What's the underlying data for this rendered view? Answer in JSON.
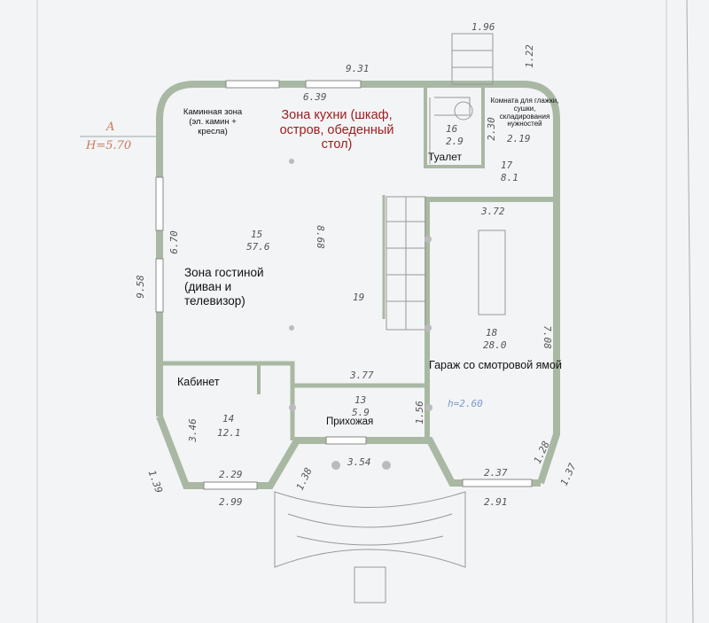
{
  "level": {
    "mark": "A",
    "elevation": "H=5.70"
  },
  "dimensions": {
    "stair_width": "1.96",
    "stair_depth": "1.22",
    "overall_width": "9.31",
    "kitchen_width": "6.39",
    "toilet_len": "2.30",
    "utility_width": "2.19",
    "garage_top": "3.72",
    "living_depth": "8.68",
    "left_window": "6.70",
    "overall_depth": "9.58",
    "hall_width": "3.77",
    "cabinet_depth": "3.46",
    "hall_depth": "1.56",
    "garage_depth": "7.08",
    "cabinet_bay": "2.29",
    "cabinet_outer": "2.99",
    "corner_left": "1.39",
    "entrance_side": "1.38",
    "entrance_width": "3.54",
    "garage_bay": "2.37",
    "garage_outer": "2.91",
    "garage_diag": "1.28",
    "corner_right": "1.37"
  },
  "rooms": {
    "fireplace": "Каминная зона (эл. камин + кресла)",
    "kitchen": "Зона кухни (шкаф, остров, обеденный стол)",
    "toilet": {
      "label": "Туалет",
      "number": "16",
      "area": "2.9"
    },
    "utility": {
      "label": "Комната для глажки, сушки, складирования нужностей",
      "number": "17",
      "area": "8.1"
    },
    "living": {
      "label": "Зона гостиной (диван и телевизор)",
      "number": "15",
      "area": "57.6"
    },
    "stairs": {
      "number": "19"
    },
    "garage": {
      "label": "Гараж со смотровой ямой",
      "number": "18",
      "area": "28.0",
      "height": "h=2.60"
    },
    "cabinet": {
      "label": "Кабинет",
      "number": "14",
      "area": "12.1"
    },
    "hall": {
      "label": "Прихожая",
      "number": "13",
      "area": "5.9"
    }
  },
  "colors": {
    "wall": "#a9b8a2",
    "paper": "#f3f4f6",
    "kitchen_text": "#9b1c1c"
  }
}
